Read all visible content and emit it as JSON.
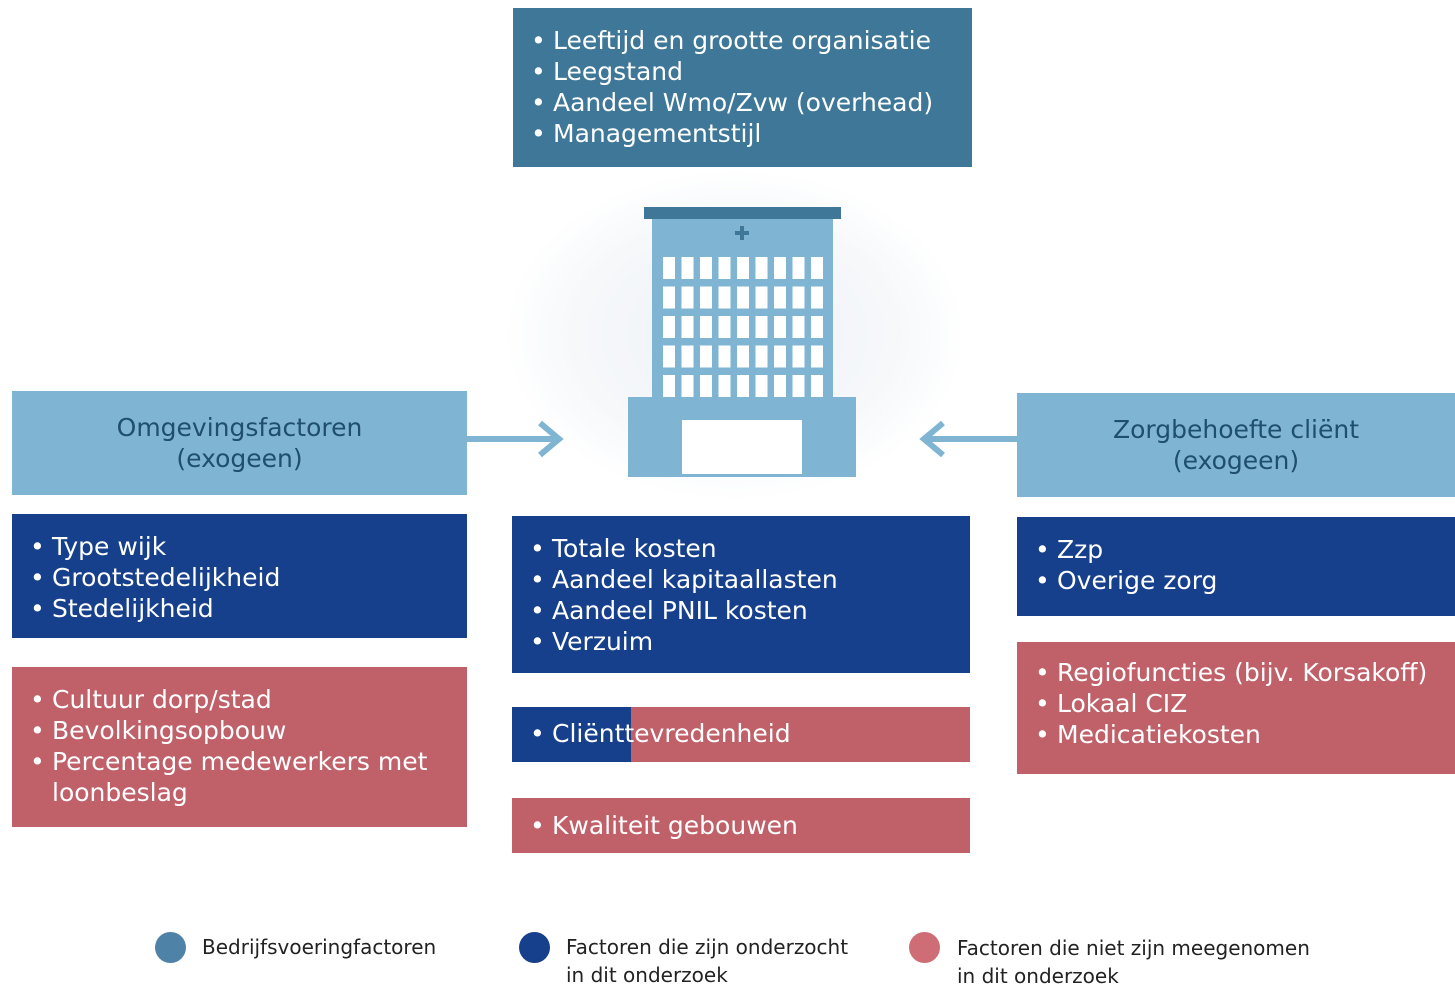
{
  "top_box": {
    "items": [
      "Leeftijd en grootte organisatie",
      "Leegstand",
      "Aandeel Wmo/Zvw (overhead)",
      "Managementstijl"
    ]
  },
  "left": {
    "header_line1": "Omgevingsfactoren",
    "header_line2": "(exogeen)",
    "researched": [
      "Type wijk",
      "Grootstedelijkheid",
      "Stedelijkheid"
    ],
    "not_included": [
      "Cultuur dorp/stad",
      "Bevolkingsopbouw",
      "Percentage medewerkers met loonbeslag"
    ]
  },
  "center": {
    "researched": [
      "Totale kosten",
      "Aandeel kapitaallasten",
      "Aandeel PNIL kosten",
      "Verzuim"
    ],
    "split_item": "Cliënttevredenheid",
    "not_included": [
      "Kwaliteit gebouwen"
    ]
  },
  "right": {
    "header_line1": "Zorgbehoefte cliënt",
    "header_line2": "(exogeen)",
    "researched": [
      "Zzp",
      "Overige zorg"
    ],
    "not_included": [
      "Regiofuncties (bijv. Korsakoff)",
      "Lokaal CIZ",
      "Medicatiekosten"
    ]
  },
  "legend": [
    {
      "line1": "Bedrijfsvoeringfactoren",
      "line2": "",
      "color": "#3e7797"
    },
    {
      "line1": "Factoren die zijn onderzocht",
      "line2": "in dit onderzoek",
      "color": "#163f8c"
    },
    {
      "line1": "Factoren die niet zijn meegenomen",
      "line2": "in dit onderzoek",
      "color": "#c0616a"
    }
  ],
  "colors": {
    "bedrijfsvoering": "#3e7797",
    "onderzocht": "#163f8c",
    "niet_meegenomen": "#c0616a",
    "exogeen_header": "#7fb4d3",
    "building": "#7fb4d3"
  }
}
